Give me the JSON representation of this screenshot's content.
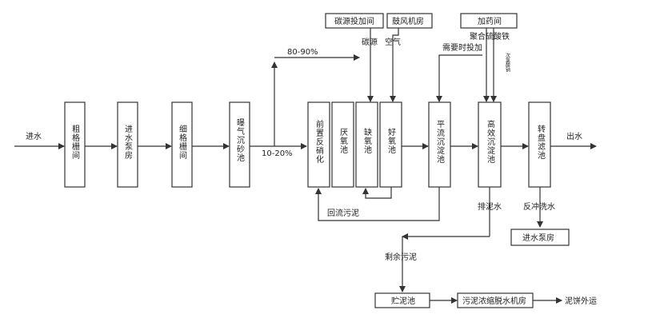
{
  "inlet_label": "进水",
  "outlet_label": "出水",
  "units": {
    "coarse_screen": "粗格栅间",
    "inlet_pump": "进水泵房",
    "fine_screen": "细格栅间",
    "grit": "曝气沉砂池",
    "pre_denit": "前置反硝化",
    "anaerobic": "厌氧池",
    "anoxic": "缺氧池",
    "aerobic": "好氧池",
    "sed": "平流沉淀池",
    "hi_sed": "高效沉淀池",
    "disc": "转盘滤池"
  },
  "side_boxes": {
    "carbon_room": "碳源投加间",
    "blower_room": "鼓风机房",
    "dosing_room": "加药间",
    "backwash_pump": "进水泵房",
    "sludge_tank": "贮泥池",
    "dewater_room": "污泥浓缩脱水机房"
  },
  "labels": {
    "split_80_90": "80-90%",
    "split_10_20": "10-20%",
    "carbon": "碳源",
    "air": "空气",
    "on_demand": "需要时投加",
    "pac": "聚合硫酸铁",
    "naclo": "次氯酸钠",
    "return_sludge": "回流污泥",
    "drain_sludge": "排泥水",
    "backwash": "反冲洗水",
    "excess_sludge": "剩余污泥",
    "cake_out": "泥饼外运"
  }
}
